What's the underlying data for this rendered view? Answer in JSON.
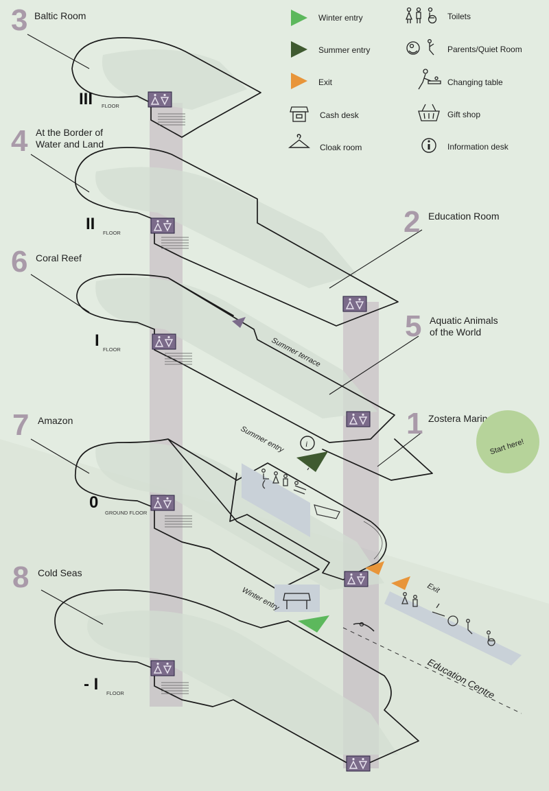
{
  "legend": {
    "winter_entry": "Winter entry",
    "summer_entry": "Summer entry",
    "exit": "Exit",
    "cash_desk": "Cash desk",
    "cloak_room": "Cloak room",
    "toilets": "Toilets",
    "parents_room": "Parents/Quiet Room",
    "changing_table": "Changing table",
    "gift_shop": "Gift shop",
    "information_desk": "Information desk"
  },
  "colors": {
    "winter_entry": "#5cb85c",
    "summer_entry": "#3f5a30",
    "exit": "#e8953a",
    "room_number": "#a99aa9",
    "start_circle": "#b6d39a",
    "pillar": "#b7a6b5",
    "elevator": "#7b6b8a"
  },
  "rooms": [
    {
      "number": "3",
      "name": "Baltic Room"
    },
    {
      "number": "4",
      "name_line1": "At the Border of",
      "name_line2": "Water and Land"
    },
    {
      "number": "6",
      "name": "Coral Reef"
    },
    {
      "number": "7",
      "name": "Amazon"
    },
    {
      "number": "8",
      "name": "Cold Seas"
    },
    {
      "number": "2",
      "name": "Education Room"
    },
    {
      "number": "5",
      "name_line1": "Aquatic Animals",
      "name_line2": "of the World"
    },
    {
      "number": "1",
      "name": "Zostera Marina"
    }
  ],
  "floors": [
    {
      "number": "III",
      "word": "FLOOR"
    },
    {
      "number": "II",
      "word": "FLOOR"
    },
    {
      "number": "I",
      "word": "FLOOR"
    },
    {
      "number": "0",
      "word": "GROUND FLOOR"
    },
    {
      "number": "- I",
      "word": "FLOOR"
    }
  ],
  "labels": {
    "summer_terrace": "Summer terrace",
    "summer_entry": "Summer entry",
    "winter_entry": "Winter entry",
    "exit": "Exit",
    "education_centre": "Education Centre",
    "start_here": "Start here!"
  },
  "icons": {
    "winter_entry": "winter-entry-triangle-icon",
    "summer_entry": "summer-entry-triangle-icon",
    "exit": "exit-triangle-icon",
    "cash_desk": "cash-desk-icon",
    "cloak_room": "hanger-icon",
    "toilets": "toilets-icon",
    "parents_room": "parents-room-icon",
    "changing_table": "changing-table-icon",
    "gift_shop": "basket-icon",
    "information_desk": "info-icon",
    "elevator": "elevator-icon"
  }
}
